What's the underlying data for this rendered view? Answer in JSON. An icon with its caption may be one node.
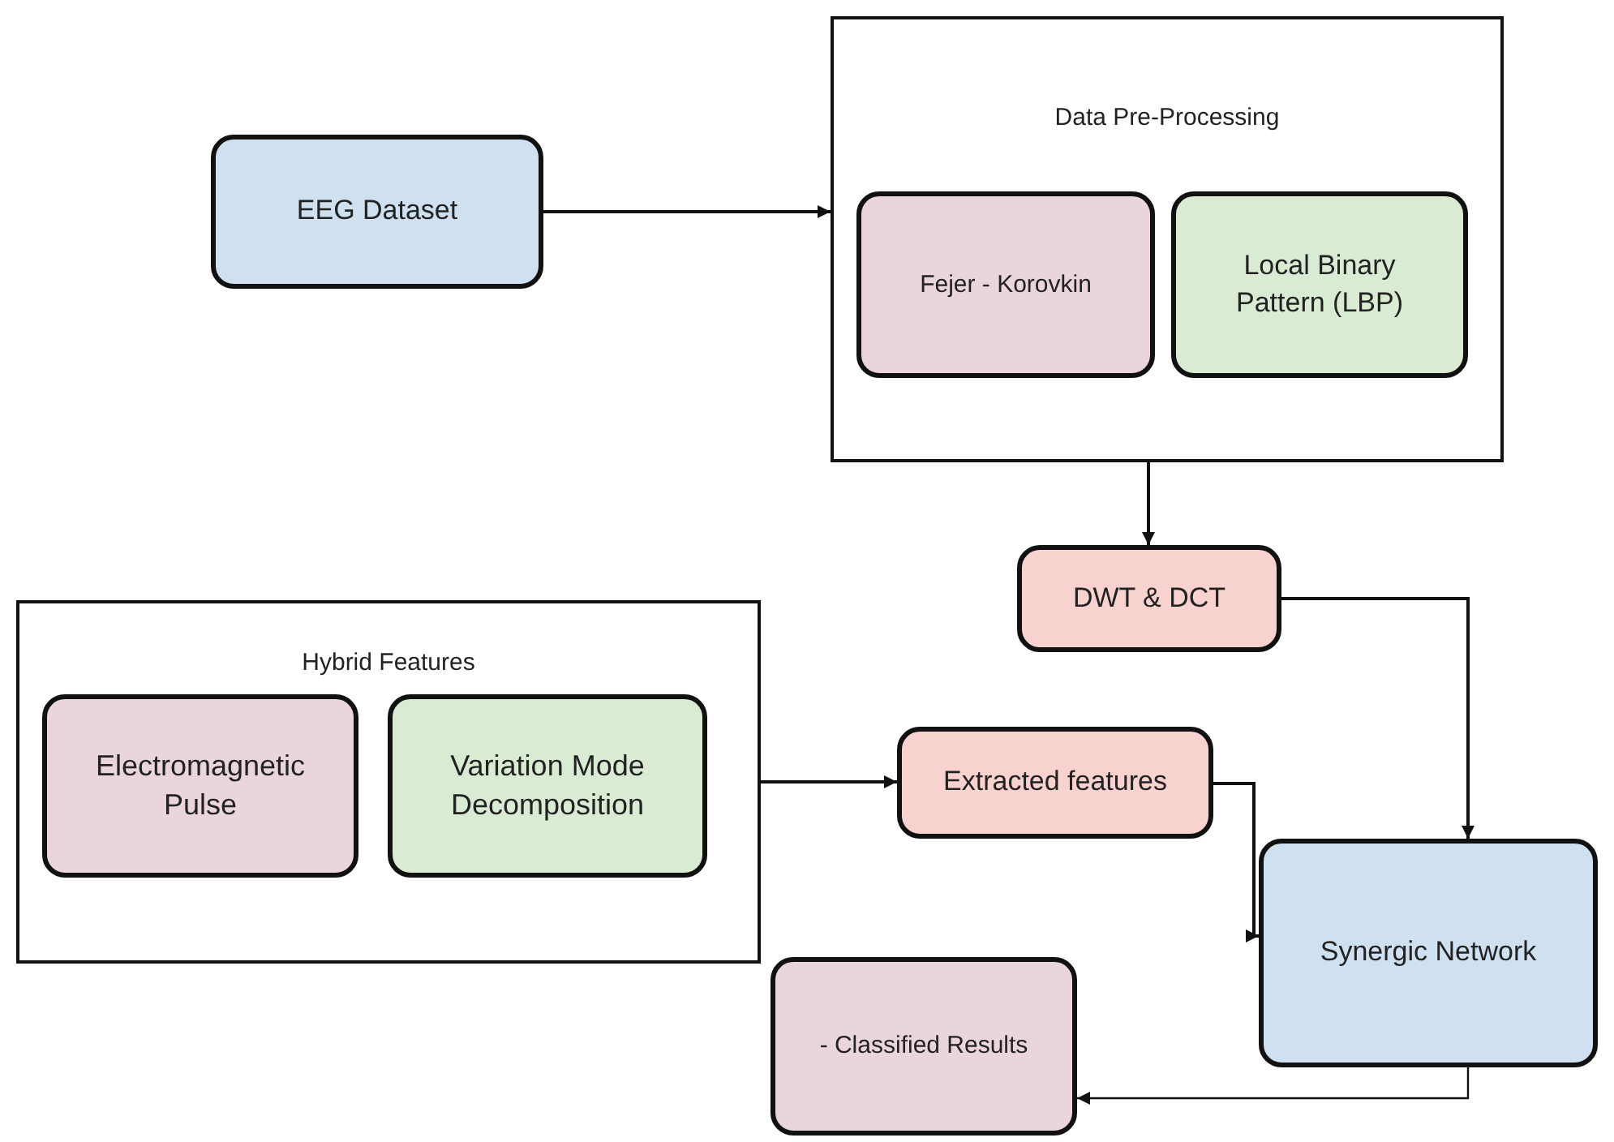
{
  "diagram": {
    "nodes": [
      {
        "text": [
          "EEG Dataset"
        ]
      },
      {
        "text": [
          "Data Pre-Processing"
        ]
      },
      {
        "text": [
          "Fejer - Korovkin"
        ],
        "in": 1
      },
      {
        "text": [
          "Local Binary Pattern (LBP)"
        ],
        "in": 1
      },
      {
        "text": [
          "DWT & DCT"
        ]
      },
      {
        "text": [
          "Hybrid Features"
        ]
      },
      {
        "text": [
          "Electromagnetic Pulse"
        ],
        "in": 5
      },
      {
        "text": [
          "Variation Mode Decomposition"
        ],
        "in": 5
      },
      {
        "text": [
          "Extracted features"
        ]
      },
      {
        "text": [
          "Synergic Network"
        ]
      },
      {
        "text": [
          "- Classified Results"
        ]
      }
    ],
    "edges": [
      {
        "from": 0,
        "to": 1,
        "arrow": "to"
      },
      {
        "from": 1,
        "to": 4,
        "arrow": "to"
      },
      {
        "from": 4,
        "to": 9,
        "arrow": "to"
      },
      {
        "from": 5,
        "to": 8,
        "arrow": "to"
      },
      {
        "from": 8,
        "to": 9,
        "arrow": "to"
      },
      {
        "from": 9,
        "to": 10,
        "arrow": "to"
      }
    ]
  }
}
